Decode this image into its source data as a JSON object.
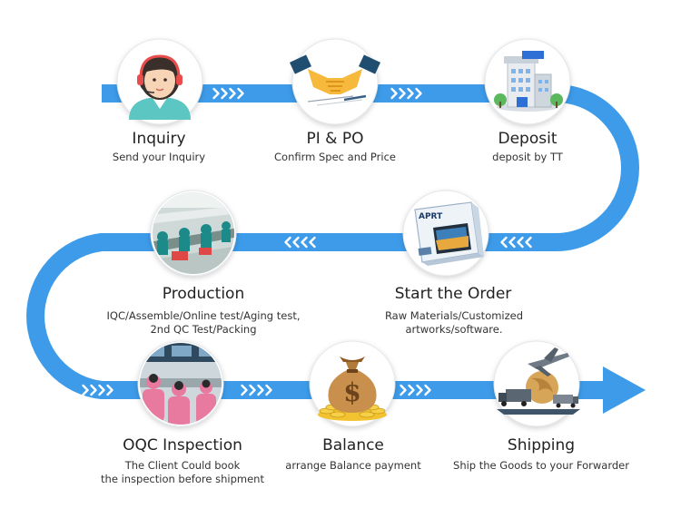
{
  "colors": {
    "track": "#3d9be9",
    "chevron": "#ffffff",
    "circle_shadow": "#e3e6ea",
    "title_text": "#222222",
    "sub_text": "#333333"
  },
  "steps": [
    {
      "id": "inquiry",
      "icon": "customer-service-agent-icon",
      "title": "Inquiry",
      "sub": [
        "Send your Inquiry"
      ]
    },
    {
      "id": "pi-po",
      "icon": "handshake-icon",
      "title": "PI & PO",
      "sub": [
        "Confirm Spec and Price"
      ]
    },
    {
      "id": "deposit",
      "icon": "bank-building-icon",
      "title": "Deposit",
      "sub": [
        "deposit by TT"
      ]
    },
    {
      "id": "start-order",
      "icon": "product-box-icon",
      "title": "Start the Order",
      "sub": [
        "Raw Materials/Customized",
        "artworks/software."
      ]
    },
    {
      "id": "production",
      "icon": "factory-line-icon",
      "title": "Production",
      "sub": [
        "IQC/Assemble/Online test/Aging test,",
        "2nd QC Test/Packing"
      ]
    },
    {
      "id": "oqc",
      "icon": "inspection-workers-icon",
      "title": "OQC Inspection",
      "sub": [
        "The Client Could book",
        "the inspection before shipment"
      ]
    },
    {
      "id": "balance",
      "icon": "money-bag-icon",
      "title": "Balance",
      "sub": [
        "arrange Balance payment"
      ]
    },
    {
      "id": "shipping",
      "icon": "shipping-logistics-icon",
      "title": "Shipping",
      "sub": [
        "Ship the Goods to your Forwarder"
      ]
    }
  ],
  "box_brand": "APRT"
}
